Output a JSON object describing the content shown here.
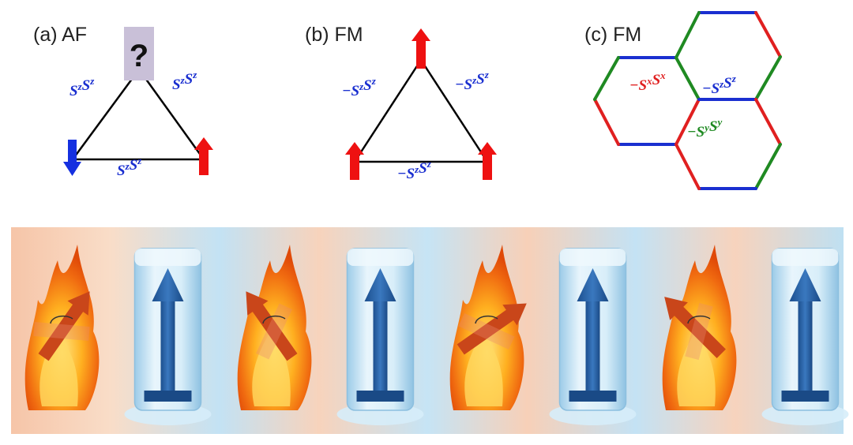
{
  "colors": {
    "zbond": "#1a2fd0",
    "xbond": "#e02020",
    "ybond": "#1f8a22",
    "spin_up": "#ee1111",
    "spin_down": "#1530e0",
    "question_box": "#c9c0d8",
    "strip_warm": "#f5c6aa",
    "strip_cool": "#bfe0f2"
  },
  "panel_a": {
    "label": "(a) AF",
    "question": "?",
    "bond_left": "SzSz",
    "bond_right": "SzSz",
    "bond_bottom": "SzSz",
    "spins": [
      "question-box",
      "arrow-down-icon",
      "arrow-up-icon"
    ]
  },
  "panel_b": {
    "label": "(b) FM",
    "bond_left": "−SzSz",
    "bond_right": "−SzSz",
    "bond_bottom": "−SzSz",
    "spins": [
      "arrow-up-icon",
      "arrow-up-icon",
      "arrow-up-icon"
    ]
  },
  "panel_c": {
    "label": "(c) FM",
    "term_x": "−SxSx",
    "term_z": "−SzSz",
    "term_y": "−SySy"
  },
  "strip": {
    "tiles": [
      "fire-icon",
      "ice-block-icon",
      "fire-icon",
      "ice-block-icon",
      "fire-icon",
      "ice-block-icon",
      "fire-icon",
      "ice-block-icon"
    ]
  }
}
